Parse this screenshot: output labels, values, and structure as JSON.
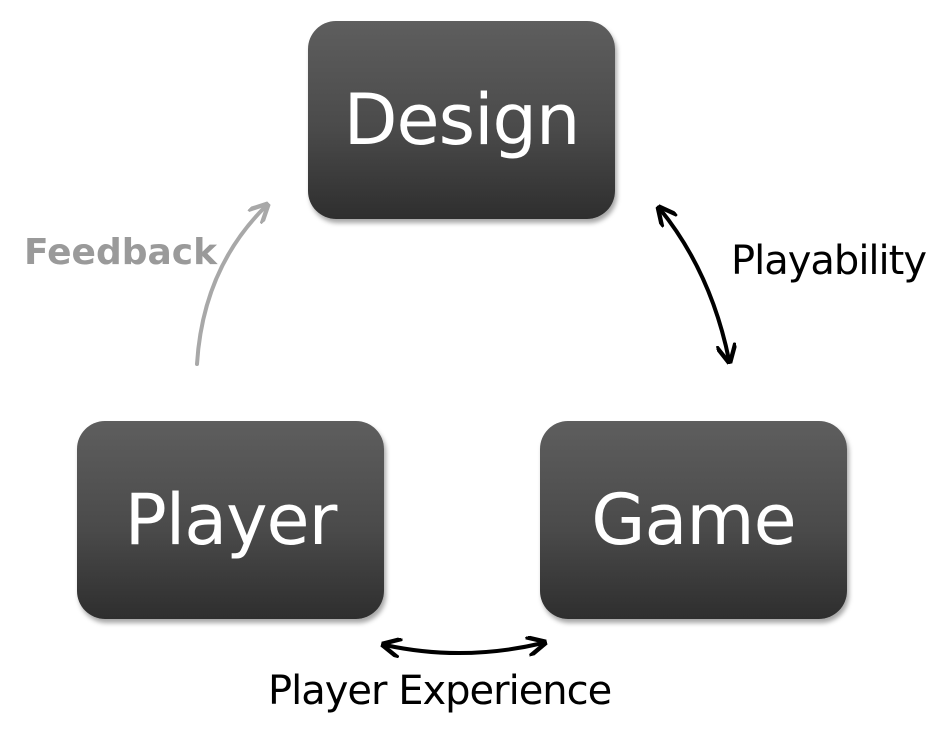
{
  "nodes": {
    "design": "Design",
    "player": "Player",
    "game": "Game"
  },
  "edges": {
    "feedback": {
      "label": "Feedback",
      "from": "player",
      "to": "design",
      "direction": "one-way",
      "color": "#a8a8a8"
    },
    "playability": {
      "label": "Playability",
      "from": "design",
      "to": "game",
      "direction": "two-way",
      "color": "#000000"
    },
    "player_experience": {
      "label": "Player Experience",
      "from": "player",
      "to": "game",
      "direction": "two-way",
      "color": "#000000"
    }
  },
  "colors": {
    "node_fill_top": "#5e5e5e",
    "node_fill_bottom": "#2e2e2e",
    "node_text": "#ffffff",
    "feedback_text": "#9a9a9a"
  }
}
